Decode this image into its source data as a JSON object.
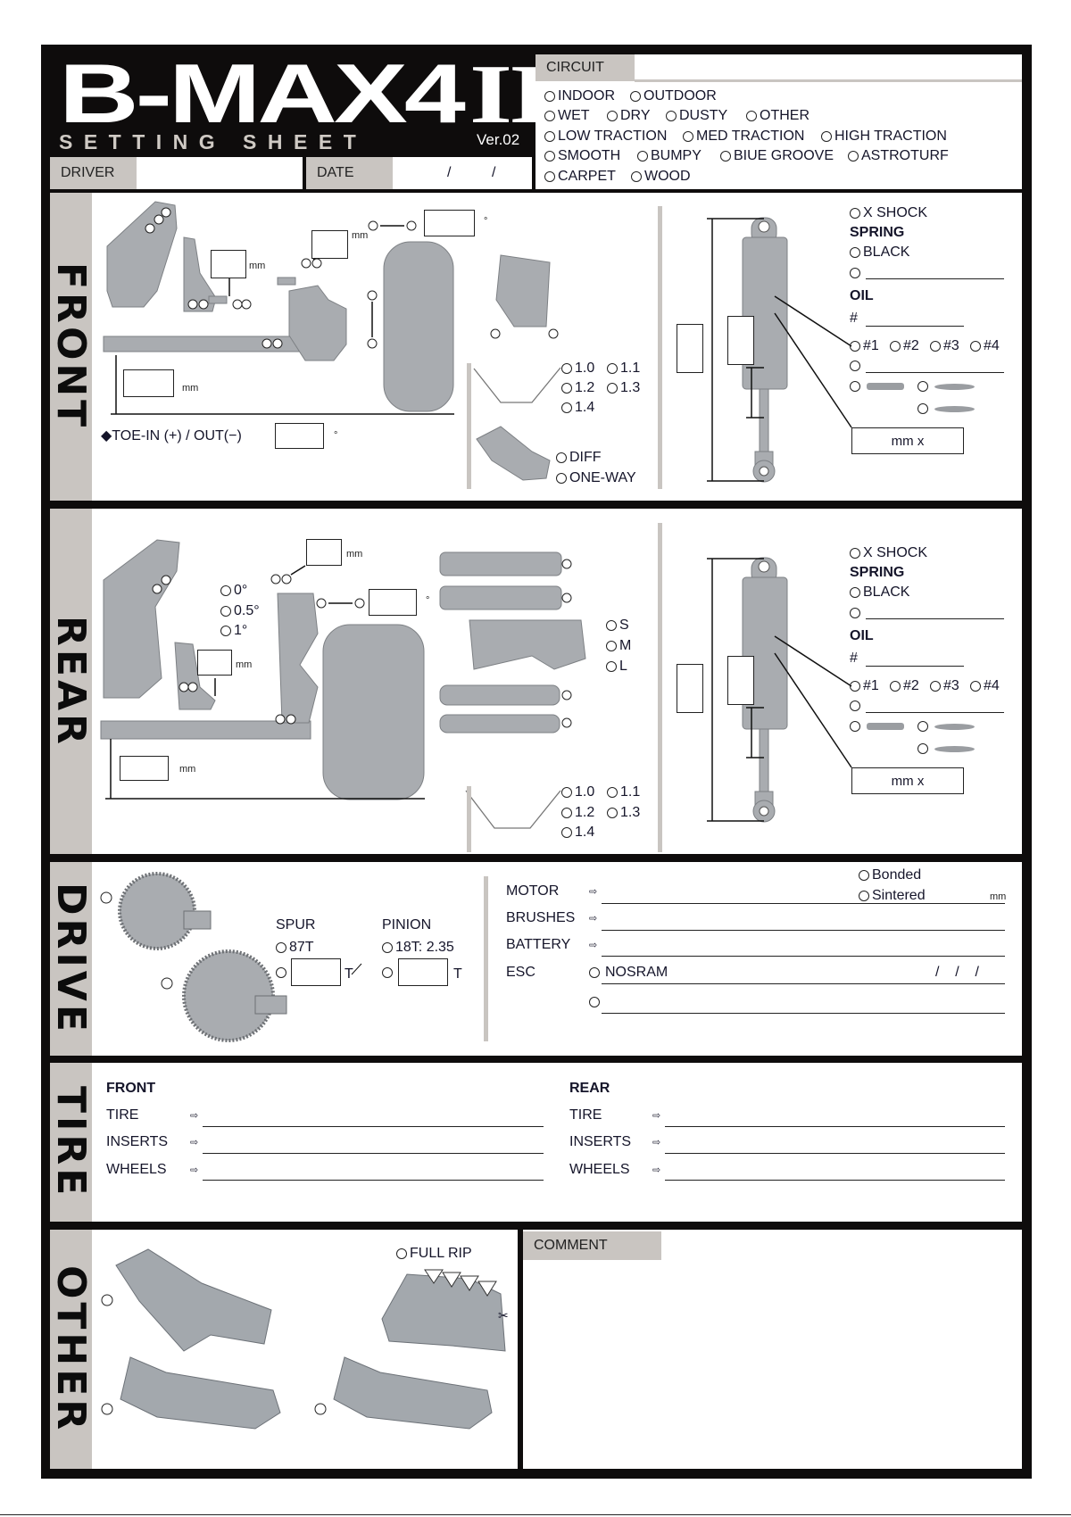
{
  "header": {
    "title": "B-MAX4",
    "title_roman": "II",
    "subtitle": "SETTING SHEET",
    "version": "Ver.02",
    "driver_label": "DRIVER",
    "date_label": "DATE",
    "date_sep1": "/",
    "date_sep2": "/"
  },
  "circuit": {
    "label": "CIRCUIT",
    "rows": [
      [
        "INDOOR",
        "OUTDOOR"
      ],
      [
        "WET",
        "DRY",
        "DUSTY",
        "OTHER"
      ],
      [
        "LOW TRACTION",
        "MED TRACTION",
        "HIGH TRACTION"
      ],
      [
        "SMOOTH",
        "BUMPY",
        "BIUE GROOVE",
        "ASTROTURF"
      ],
      [
        "CARPET",
        "WOOD"
      ]
    ]
  },
  "front": {
    "label": "FRONT",
    "unit_mm": "mm",
    "degree": "°",
    "toe_label": "◆TOE-IN (+) / OUT(−)",
    "plate_options": [
      "1.0",
      "1.1",
      "1.2",
      "1.3",
      "1.4"
    ],
    "diff_options": [
      "DIFF",
      "ONE-WAY"
    ]
  },
  "rear": {
    "label": "REAR",
    "unit_mm": "mm",
    "degree": "°",
    "toe_options": [
      "0°",
      "0.5°",
      "1°"
    ],
    "arm_options": [
      "S",
      "M",
      "L"
    ],
    "plate_options": [
      "1.0",
      "1.1",
      "1.2",
      "1.3",
      "1.4"
    ]
  },
  "shock": {
    "x_shock": "X SHOCK",
    "spring_label": "SPRING",
    "spring_black": "BLACK",
    "oil_label": "OIL",
    "oil_hash": "#",
    "pistons": [
      "#1",
      "#2",
      "#3",
      "#4"
    ],
    "mm_x": "mm x"
  },
  "drive": {
    "label": "DRIVE",
    "spur_label": "SPUR",
    "spur_option": "87T",
    "pinion_label": "PINION",
    "pinion_option": "18T: 2.35",
    "t_unit": "T",
    "motor_label": "MOTOR",
    "brushes_label": "BRUSHES",
    "battery_label": "BATTERY",
    "esc_label": "ESC",
    "bonded": "Bonded",
    "sintered": "Sintered",
    "unit_mm": "mm",
    "esc_option": "NOSRAM",
    "esc_slashes": "/    /    /"
  },
  "tire": {
    "label": "TIRE",
    "front_title": "FRONT",
    "rear_title": "REAR",
    "fields": [
      "TIRE",
      "INSERTS",
      "WHEELS"
    ]
  },
  "other": {
    "label": "OTHER",
    "full_rip": "FULL RIP",
    "comment_label": "COMMENT"
  }
}
